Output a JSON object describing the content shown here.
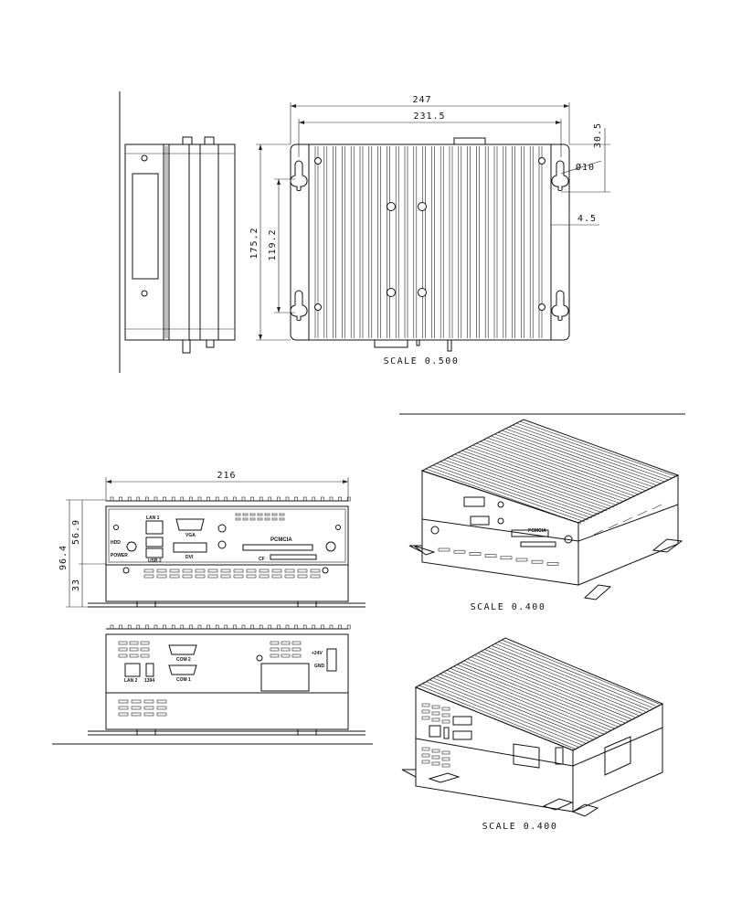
{
  "top_view": {
    "dims": {
      "overall_width": "247",
      "hole_span_width": "231.5",
      "overall_height": "175.2",
      "hole_span_height": "119.2",
      "hole_offset_top": "30.5",
      "hole_diameter": "Ø10",
      "hole_offset_side": "4.5"
    },
    "scale": "SCALE  0.500"
  },
  "front_view": {
    "dims": {
      "width": "216",
      "upper_height": "56.9",
      "total_height": "96.4",
      "lower_height": "33"
    },
    "labels": {
      "lan1": "LAN 1",
      "vga": "VGA",
      "dvi": "DVI",
      "pcmcia": "PCMCIA",
      "cf": "CF",
      "hdd": "HDD",
      "power": "POWER",
      "usb": "USB 2"
    }
  },
  "rear_view": {
    "labels": {
      "com2": "COM 2",
      "com1": "COM 1",
      "lan2": "LAN 2",
      "ieee1394": "1394",
      "dc_in": "+24V",
      "gnd": "GND"
    }
  },
  "iso_front": {
    "scale": "SCALE  0.400",
    "label": "PCMCIA"
  },
  "iso_rear": {
    "scale": "SCALE  0.400"
  }
}
